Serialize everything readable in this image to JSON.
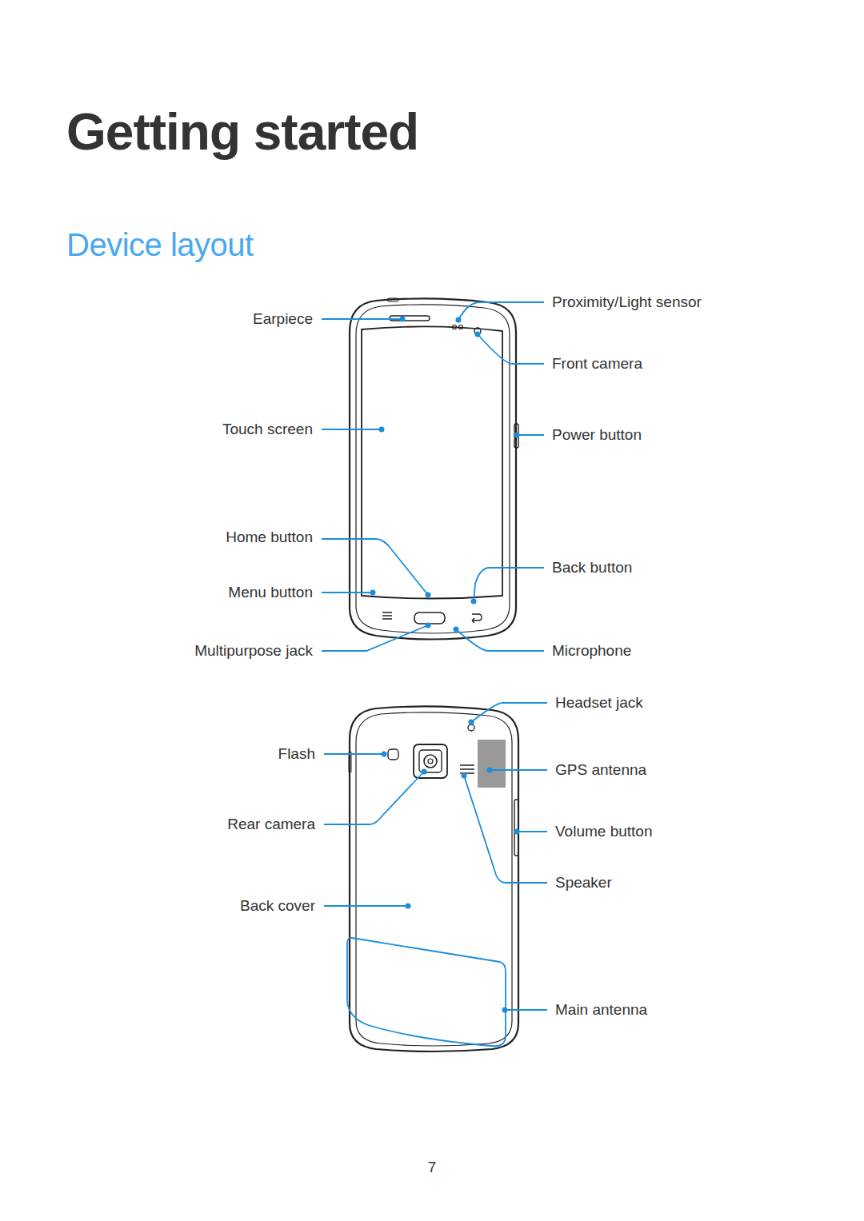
{
  "diagram": {
    "title": "Getting started",
    "labels": [
      "Device layout",
      "Earpiece",
      "Proximity/Light sensor",
      "Front camera",
      "Touch screen",
      "Power button",
      "Home button",
      "Back button",
      "Menu button",
      "Multipurpose jack",
      "Microphone",
      "Headset jack",
      "Flash",
      "GPS antenna",
      "Rear camera",
      "Volume button",
      "Speaker",
      "Back cover",
      "Main antenna",
      "7"
    ]
  }
}
